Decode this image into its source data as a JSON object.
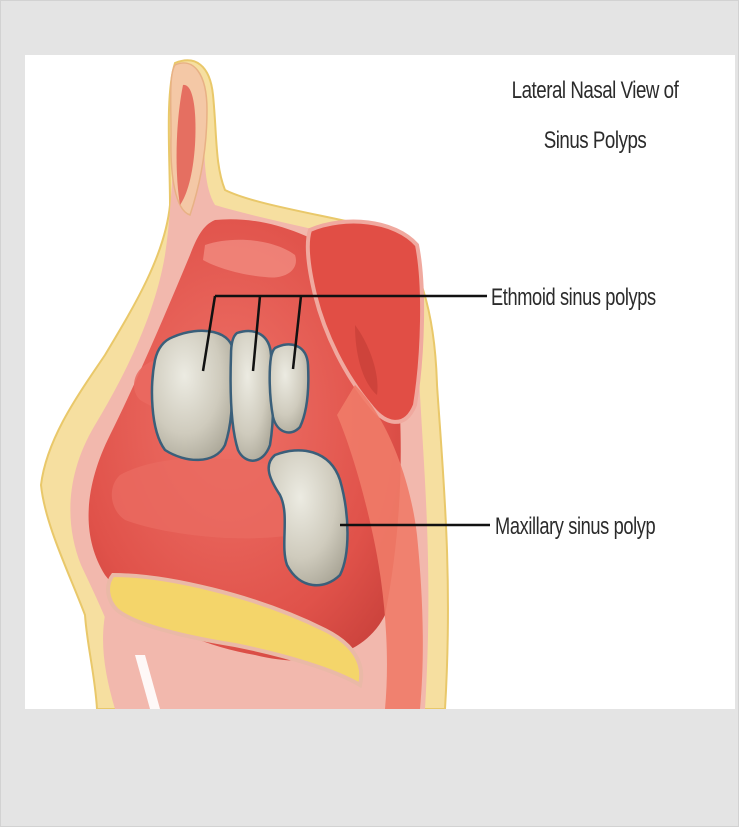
{
  "title": {
    "line1": "Lateral Nasal View of",
    "line2": "Sinus Polyps"
  },
  "labels": {
    "ethmoid": "Ethmoid sinus polyps",
    "maxillary": "Maxillary sinus polyp"
  },
  "colors": {
    "background": "#e4e4e4",
    "panel": "#ffffff",
    "tissue_red": "#e0524a",
    "tissue_pink": "#f2b8ad",
    "fat_yellow": "#f4d56a",
    "polyp_gray": "#cfcbbd",
    "polyp_outline": "#3a5f7a",
    "leader_line": "#111111"
  }
}
